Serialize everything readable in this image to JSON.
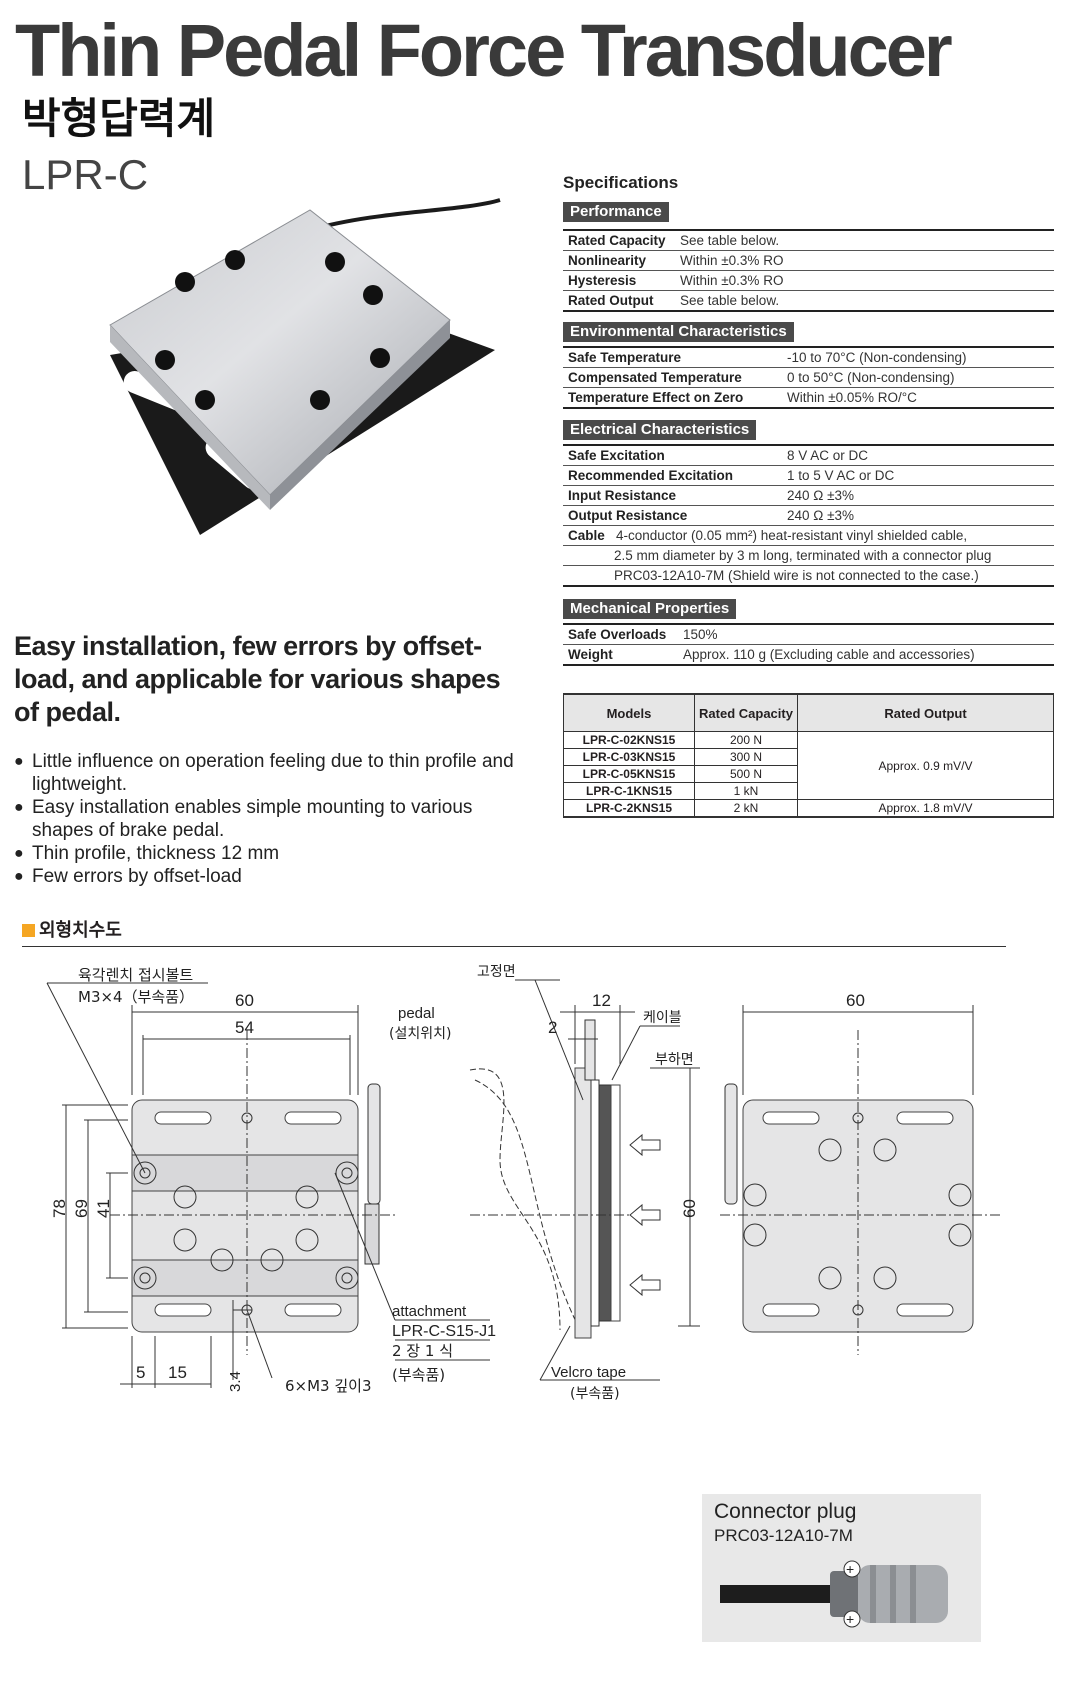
{
  "header": {
    "title": "Thin Pedal Force Transducer",
    "title_ko": "박형답력계",
    "model": "LPR-C"
  },
  "specifications": {
    "title": "Specifications",
    "performance": {
      "heading": "Performance",
      "rows": [
        {
          "k": "Rated Capacity",
          "v": "See table below."
        },
        {
          "k": "Nonlinearity",
          "v": "Within ±0.3% RO"
        },
        {
          "k": "Hysteresis",
          "v": "Within ±0.3% RO"
        },
        {
          "k": "Rated Output",
          "v": "See table below."
        }
      ]
    },
    "environmental": {
      "heading": "Environmental Characteristics",
      "rows": [
        {
          "k": "Safe Temperature",
          "v": "-10 to 70°C (Non-condensing)"
        },
        {
          "k": "Compensated Temperature",
          "v": "0 to 50°C (Non-condensing)"
        },
        {
          "k": "Temperature Effect on Zero",
          "v": "Within ±0.05% RO/°C"
        }
      ]
    },
    "electrical": {
      "heading": "Electrical Characteristics",
      "rows": [
        {
          "k": "Safe Excitation",
          "v": "8 V AC or DC"
        },
        {
          "k": "Recommended Excitation",
          "v": "1 to 5 V AC or DC"
        },
        {
          "k": "Input Resistance",
          "v": "240 Ω ±3%"
        },
        {
          "k": "Output Resistance",
          "v": "240 Ω ±3%"
        }
      ],
      "cable_label": "Cable",
      "cable_lines": [
        "4-conductor (0.05 mm²) heat-resistant vinyl shielded cable,",
        "2.5 mm diameter by 3 m long, terminated with a connector plug",
        "PRC03-12A10-7M (Shield wire is not connected to the case.)"
      ]
    },
    "mechanical": {
      "heading": "Mechanical Properties",
      "rows": [
        {
          "k": "Safe Overloads",
          "v": "150%"
        },
        {
          "k": "Weight",
          "v": "Approx. 110 g (Excluding cable and accessories)"
        }
      ]
    }
  },
  "models_table": {
    "headers": [
      "Models",
      "Rated Capacity",
      "Rated Output"
    ],
    "rows": [
      {
        "model": "LPR-C-02KNS15",
        "capacity": "200 N"
      },
      {
        "model": "LPR-C-03KNS15",
        "capacity": "300 N"
      },
      {
        "model": "LPR-C-05KNS15",
        "capacity": "500 N"
      },
      {
        "model": "LPR-C-1KNS15",
        "capacity": "1 kN"
      },
      {
        "model": "LPR-C-2KNS15",
        "capacity": "2 kN"
      }
    ],
    "output_group_1": "Approx. 0.9 mV/V",
    "output_group_2": "Approx. 1.8 mV/V"
  },
  "headline": "Easy installation, few errors by offset-load, and applicable for various shapes of pedal.",
  "features": [
    "Little influence on operation feeling due to thin profile and lightweight.",
    "Easy installation enables simple mounting to various shapes of brake pedal.",
    "Thin profile, thickness 12 mm",
    "Few errors by offset-load"
  ],
  "dimensions": {
    "heading": "외형치수도",
    "labels": {
      "bolt_ko": "육각렌치 접시볼트",
      "bolt_spec": "M3×4（부속품）",
      "d60": "60",
      "d54": "54",
      "d78": "78",
      "d69": "69",
      "d41": "41",
      "d5": "5",
      "d15": "15",
      "d34": "3.4",
      "tap": "6×M3 깊이3",
      "attachment": "attachment",
      "attachment_code": "LPR-C-S15-J1",
      "attachment_qty": "2 장 1 식",
      "accessory": "(부속품)",
      "pedal": "pedal",
      "pedal_ko": "(설치위치)",
      "fixed_face": "고정면",
      "d12": "12",
      "d2": "2",
      "cable_ko": "케이블",
      "load_face": "부하면",
      "side_60": "60",
      "velcro": "Velcro tape",
      "velcro_ko": "(부속품)",
      "right_60": "60"
    }
  },
  "connector": {
    "title": "Connector plug",
    "code": "PRC03-12A10-7M"
  }
}
